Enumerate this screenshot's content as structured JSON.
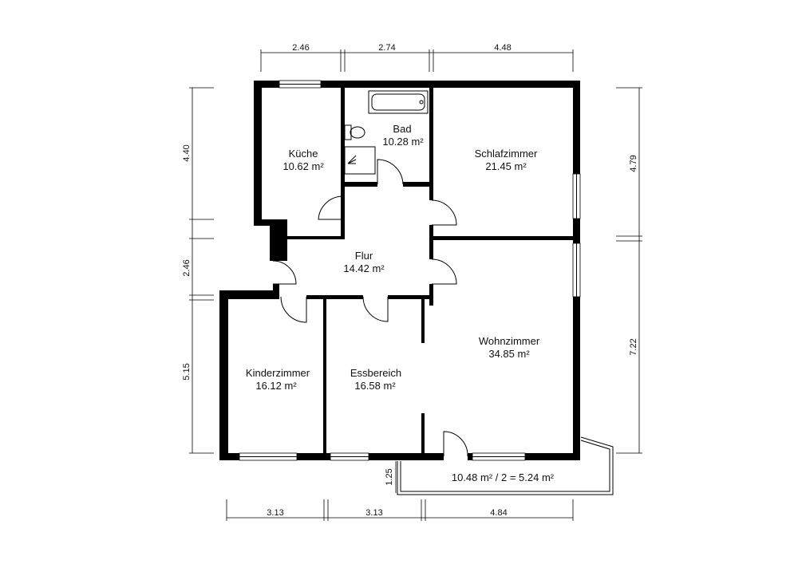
{
  "rooms": [
    {
      "name": "Küche",
      "area": "10.62 m²"
    },
    {
      "name": "Bad",
      "area": "10.28 m²"
    },
    {
      "name": "Schlafzimmer",
      "area": "21.45 m²"
    },
    {
      "name": "Flur",
      "area": "14.42 m²"
    },
    {
      "name": "Wohnzimmer",
      "area": "34.85 m²"
    },
    {
      "name": "Kinderzimmer",
      "area": "16.12 m²"
    },
    {
      "name": "Essbereich",
      "area": "16.58 m²"
    }
  ],
  "balcony": {
    "area_text": "10.48 m² / 2 = 5.24 m²"
  },
  "dimensions": {
    "top": [
      "2.46",
      "2.74",
      "4.48"
    ],
    "bottom": [
      "3.13",
      "3.13",
      "4.84"
    ],
    "left": [
      "4.40",
      "2.46",
      "5.15"
    ],
    "right": [
      "4.79",
      "7.22"
    ],
    "balcony_depth": "1.25"
  }
}
